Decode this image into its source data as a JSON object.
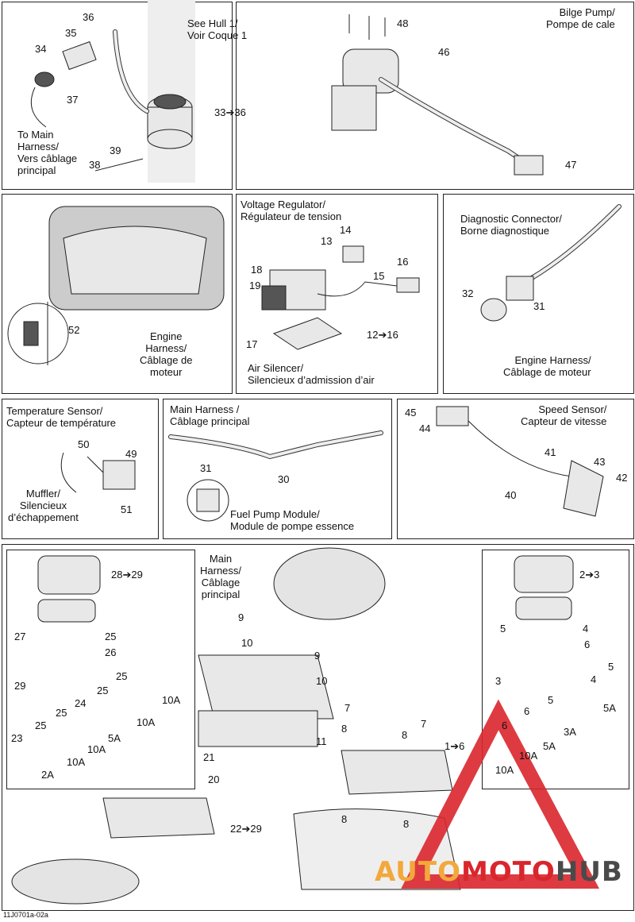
{
  "panels": {
    "hull": {
      "title": "See Hull 1/\nVoir Coque 1",
      "to_main": "To Main\nHarness/\nVers câblage\nprincipal",
      "nums": [
        "36",
        "35",
        "34",
        "37",
        "33➔36",
        "39",
        "38"
      ]
    },
    "bilge": {
      "title": "Bilge Pump/\nPompe de cale",
      "nums": [
        "48",
        "46",
        "47"
      ]
    },
    "engine": {
      "label": "Engine\nHarness/\nCâblage de\nmoteur",
      "nums": [
        "52"
      ]
    },
    "regulator": {
      "title": "Voltage Regulator/\nRégulateur de tension",
      "air": "Air Silencer/\nSilencieux d’admission d’air",
      "nums": [
        "14",
        "13",
        "18",
        "19",
        "16",
        "15",
        "12➔16",
        "17"
      ]
    },
    "diagnostic": {
      "title": "Diagnostic Connector/\nBorne diagnostique",
      "engine": "Engine Harness/\nCâblage de moteur",
      "nums": [
        "32",
        "31"
      ]
    },
    "temperature": {
      "title": "Temperature Sensor/\nCapteur de température",
      "muffler": "Muffler/\nSilencieux\nd’échappement",
      "nums": [
        "50",
        "49",
        "51"
      ]
    },
    "main": {
      "title": "Main Harness /\nCâblage principal",
      "fuel": "Fuel Pump Module/\nModule de pompe essence",
      "nums": [
        "31",
        "30"
      ]
    },
    "speed": {
      "title": "Speed Sensor/\nCapteur de vitesse",
      "nums": [
        "45",
        "44",
        "41",
        "43",
        "42",
        "40"
      ]
    },
    "bottom": {
      "main": "Main\nHarness/\nCâblage\nprincipal",
      "nums_left": [
        "28➔29",
        "27",
        "25",
        "26",
        "29",
        "25",
        "10A",
        "25",
        "24",
        "10A",
        "25",
        "5A",
        "23",
        "10A",
        "2A",
        "25",
        "10A"
      ],
      "nums_mid": [
        "9",
        "10",
        "9",
        "10",
        "11",
        "21",
        "20",
        "22➔29",
        "7",
        "8",
        "7",
        "8",
        "1➔6",
        "8",
        "8"
      ],
      "nums_right": [
        "2➔3",
        "5",
        "4",
        "6",
        "3",
        "5",
        "4",
        "5",
        "6",
        "5A",
        "3A",
        "6",
        "5A",
        "10A",
        "10A"
      ]
    }
  },
  "code": "11J0701a-02a",
  "watermark": {
    "auto": "AUTO",
    "moto": "MOTO",
    "hub": "HUB",
    "red": "#d9262c",
    "gray": "#4a4a4a",
    "orange": "#f2a83b"
  }
}
